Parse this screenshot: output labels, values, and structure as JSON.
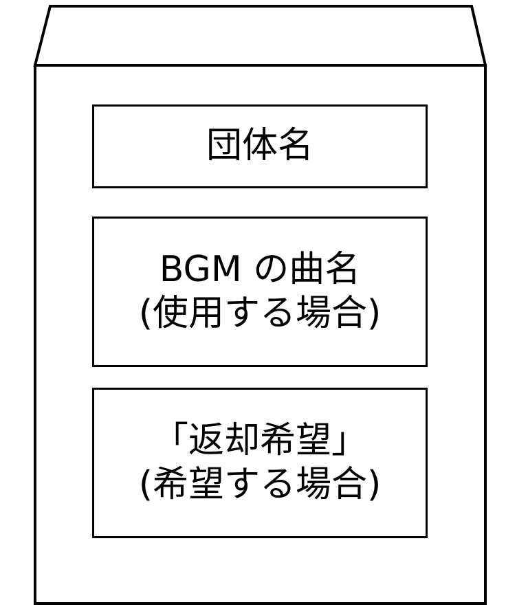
{
  "envelope": {
    "stroke_color": "#000000",
    "fill_color": "#ffffff"
  },
  "boxes": {
    "organization": {
      "line1": "団体名"
    },
    "bgm": {
      "line1": "BGM の曲名",
      "line2": "(使用する場合)"
    },
    "return": {
      "line1": "「返却希望」",
      "line2": "(希望する場合)"
    }
  }
}
